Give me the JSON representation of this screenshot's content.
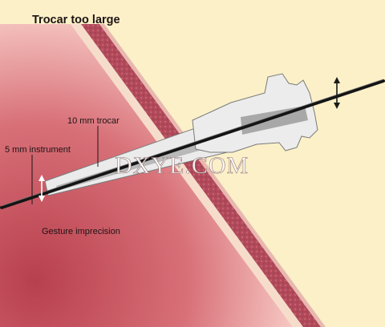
{
  "title": "Trocar too large",
  "labels": {
    "trocar": "10 mm trocar",
    "instrument": "5 mm instrument",
    "gesture": "Gesture imprecision"
  },
  "watermark": "DXYE.COM",
  "colors": {
    "background": "#fbf0c8",
    "tissue": "#c45560",
    "tissue_light": "#f4c8c4",
    "wall": "#b04858",
    "trocar_body": "#e6e6e6",
    "instrument": "#141414"
  }
}
